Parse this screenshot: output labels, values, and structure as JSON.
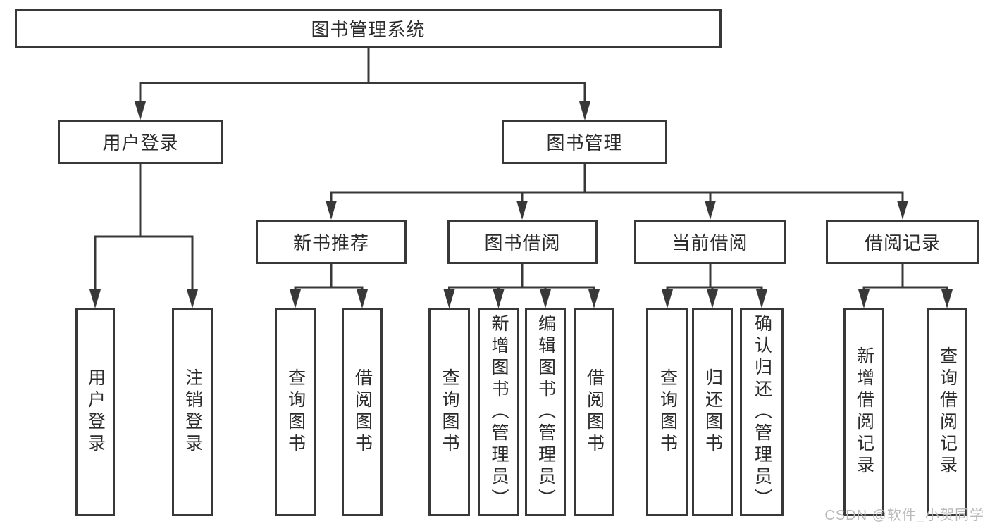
{
  "diagram": {
    "root": "图书管理系统",
    "branches": [
      {
        "label": "用户登录",
        "leaves": [
          "用户登录",
          "注销登录"
        ]
      },
      {
        "label": "图书管理",
        "sections": [
          {
            "label": "新书推荐",
            "leaves": [
              "查询图书",
              "借阅图书"
            ]
          },
          {
            "label": "图书借阅",
            "leaves": [
              "查询图书",
              "新增图书（管理员）",
              "编辑图书（管理员）",
              "借阅图书"
            ]
          },
          {
            "label": "当前借阅",
            "leaves": [
              "查询图书",
              "归还图书",
              "确认归还（管理员）"
            ]
          },
          {
            "label": "借阅记录",
            "leaves": [
              "新增借阅记录",
              "查询借阅记录"
            ]
          }
        ]
      }
    ]
  },
  "watermark": "CSDN @软件_小贺同学",
  "colors": {
    "line": "#383838",
    "text": "#2b2b2b",
    "watermark_gray": "#b9b9b9",
    "background": "#ffffff"
  }
}
